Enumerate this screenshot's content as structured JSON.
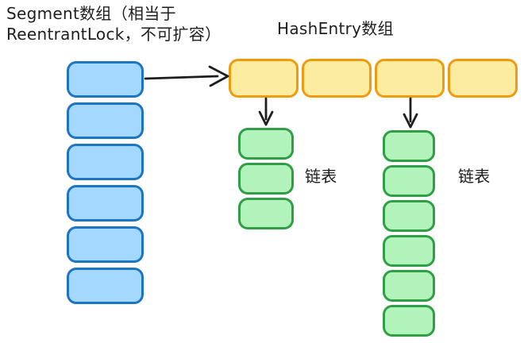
{
  "colors": {
    "ink": "#1e1e1e",
    "segment-fill": "#a5d8ff",
    "segment-border": "#1c74c4",
    "hashentry-fill": "#fcec9f",
    "hashentry-border": "#f09b0e",
    "list-fill": "#b2f2bb",
    "list-border": "#2f9e44"
  },
  "labels": {
    "segment_title_line1": "Segment数组（相当于",
    "segment_title_line2": "ReentrantLock，不可扩容）",
    "hashentry_title": "HashEntry数组",
    "linked_list_1": "链表",
    "linked_list_2": "链表"
  },
  "segment_array": {
    "name": "Segment数组",
    "count": 6
  },
  "hashentry_array": {
    "name": "HashEntry数组",
    "count": 4
  },
  "linked_list_1": {
    "name": "链表",
    "count": 3
  },
  "linked_list_2": {
    "name": "链表",
    "count": 6
  }
}
